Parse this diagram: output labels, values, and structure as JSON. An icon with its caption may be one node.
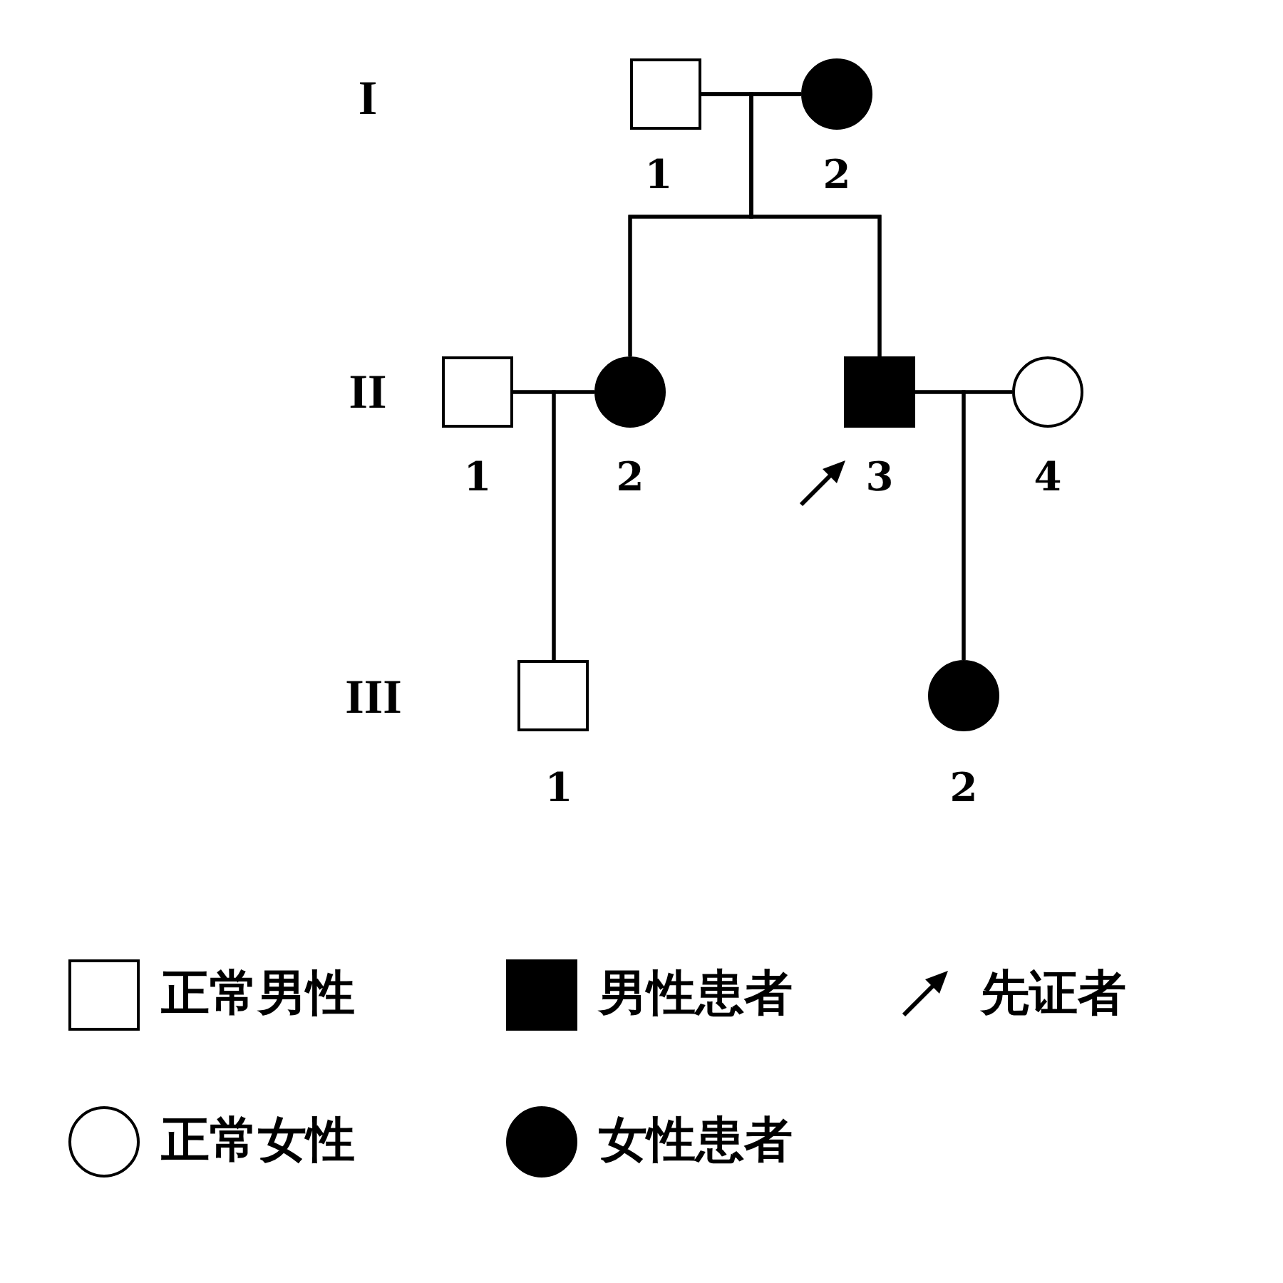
{
  "diagram": {
    "nodes": [
      {
        "text": [],
        "shape": "box",
        "beside": [
          "1"
        ]
      },
      {
        "text": [],
        "shape": "disc",
        "beside": [
          "2"
        ]
      },
      {
        "text": [],
        "shape": "box",
        "beside": [
          "1"
        ]
      },
      {
        "text": [],
        "shape": "disc",
        "beside": [
          "2"
        ]
      },
      {
        "text": [],
        "shape": "block",
        "beside": [
          "3"
        ]
      },
      {
        "text": [],
        "shape": "circle",
        "beside": [
          "4"
        ]
      },
      {
        "text": [],
        "shape": "box",
        "beside": [
          "1"
        ]
      },
      {
        "text": [],
        "shape": "disc",
        "beside": [
          "2"
        ]
      }
    ],
    "edges": [
      {
        "from": 0,
        "to": 1,
        "arrow": "none"
      },
      {
        "from": 0,
        "to": 3,
        "arrow": "none"
      },
      {
        "from": 1,
        "to": 3,
        "arrow": "none"
      },
      {
        "from": 0,
        "to": 4,
        "arrow": "none"
      },
      {
        "from": 1,
        "to": 4,
        "arrow": "none"
      },
      {
        "from": 2,
        "to": 3,
        "arrow": "none"
      },
      {
        "from": 4,
        "to": 5,
        "arrow": "none"
      },
      {
        "from": 2,
        "to": 6,
        "arrow": "none"
      },
      {
        "from": 3,
        "to": 6,
        "arrow": "none"
      },
      {
        "from": 4,
        "to": 7,
        "arrow": "none"
      },
      {
        "from": 5,
        "to": 7,
        "arrow": "none"
      }
    ],
    "labels": [
      "I",
      "II",
      "III"
    ],
    "legend": [
      {
        "text": "正常男性"
      },
      {
        "text": "男性患者"
      },
      {
        "text": "先证者"
      },
      {
        "text": "正常女性"
      },
      {
        "text": "女性患者"
      }
    ]
  }
}
